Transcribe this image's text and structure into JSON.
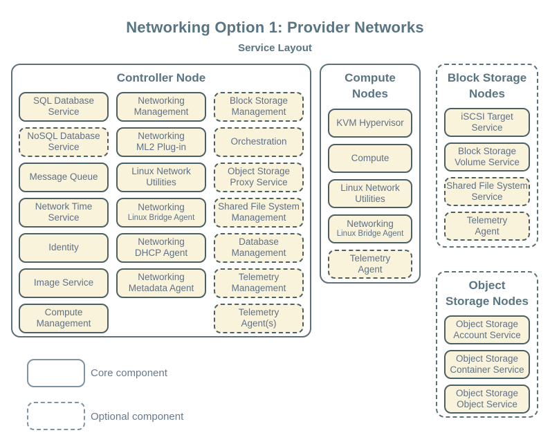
{
  "title": "Networking Option 1: Provider Networks",
  "subtitle": "Service Layout",
  "legend": {
    "core_label": "Core component",
    "optional_label": "Optional component"
  },
  "colors": {
    "node_fill": "#faf3dc",
    "node_border": "#4c6064",
    "container_border": "#5d7077",
    "label_text": "#5e7186",
    "title_text": "#597482",
    "legend_border": "#7e92a1"
  },
  "groups": {
    "controller": {
      "title": "Controller Node",
      "items": [
        {
          "label": "SQL Database\nService",
          "type": "core"
        },
        {
          "label": "Networking\nManagement",
          "type": "core"
        },
        {
          "label": "Block Storage\nManagement",
          "type": "optional"
        },
        {
          "label": "NoSQL Database\nService",
          "type": "optional"
        },
        {
          "label": "Networking\nML2 Plug-in",
          "type": "core"
        },
        {
          "label": "Orchestration",
          "type": "optional"
        },
        {
          "label": "Message Queue",
          "type": "core"
        },
        {
          "label": "Linux Network\nUtilities",
          "type": "core"
        },
        {
          "label": "Object Storage\nProxy Service",
          "type": "optional"
        },
        {
          "label": "Network Time\nService",
          "type": "core"
        },
        {
          "label": "Networking",
          "sublabel": "Linux Bridge Agent",
          "type": "core"
        },
        {
          "label": "Shared File System\nManagement",
          "type": "optional"
        },
        {
          "label": "Identity",
          "type": "core"
        },
        {
          "label": "Networking\nDHCP Agent",
          "type": "core"
        },
        {
          "label": "Database\nManagement",
          "type": "optional"
        },
        {
          "label": "Image Service",
          "type": "core"
        },
        {
          "label": "Networking\nMetadata Agent",
          "type": "core"
        },
        {
          "label": "Telemetry\nManagement",
          "type": "optional"
        },
        {
          "label": "Compute\nManagement",
          "type": "core"
        },
        {
          "label": "Telemetry\nAgent(s)",
          "type": "optional"
        }
      ]
    },
    "compute": {
      "title": "Compute\nNodes",
      "items": [
        {
          "label": "KVM Hypervisor",
          "type": "core"
        },
        {
          "label": "Compute",
          "type": "core"
        },
        {
          "label": "Linux Network\nUtilities",
          "type": "core"
        },
        {
          "label": "Networking",
          "sublabel": "Linux Bridge Agent",
          "type": "core"
        },
        {
          "label": "Telemetry\nAgent",
          "type": "optional"
        }
      ]
    },
    "block_storage": {
      "title": "Block Storage\nNodes",
      "items": [
        {
          "label": "iSCSI Target\nService",
          "type": "core"
        },
        {
          "label": "Block Storage\nVolume Service",
          "type": "core"
        },
        {
          "label": "Shared File System\nService",
          "type": "optional"
        },
        {
          "label": "Telemetry\nAgent",
          "type": "optional"
        }
      ]
    },
    "object_storage": {
      "title": "Object\nStorage Nodes",
      "items": [
        {
          "label": "Object Storage\nAccount Service",
          "type": "core"
        },
        {
          "label": "Object Storage\nContainer Service",
          "type": "core"
        },
        {
          "label": "Object Storage\nObject Service",
          "type": "core"
        }
      ]
    }
  }
}
